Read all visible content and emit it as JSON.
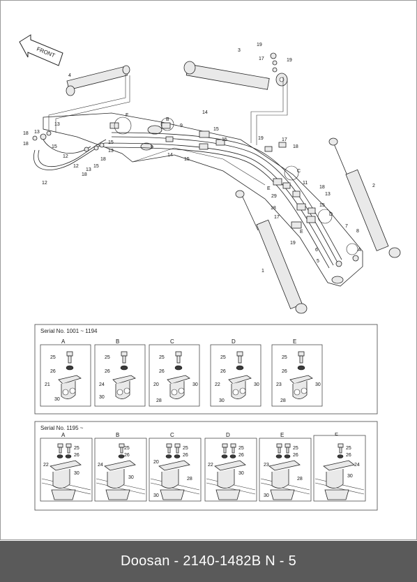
{
  "front_label": "FRONT",
  "main_callouts": [
    "1",
    "2",
    "3",
    "4",
    "5",
    "6",
    "7",
    "8",
    "9",
    "11",
    "12",
    "13",
    "14",
    "15",
    "17",
    "18",
    "19",
    "29",
    "A",
    "B",
    "C",
    "D",
    "E",
    "F"
  ],
  "panel_top": {
    "title": "Serial No. 1001 ~ 1194",
    "details": [
      {
        "letter": "A",
        "labels": [
          "25",
          "26",
          "21",
          "30"
        ]
      },
      {
        "letter": "B",
        "labels": [
          "25",
          "26",
          "24",
          "30"
        ]
      },
      {
        "letter": "C",
        "labels": [
          "25",
          "26",
          "20",
          "30",
          "28"
        ]
      },
      {
        "letter": "D",
        "labels": [
          "25",
          "26",
          "22",
          "30",
          "30"
        ]
      },
      {
        "letter": "E",
        "labels": [
          "25",
          "26",
          "23",
          "30",
          "28"
        ]
      }
    ]
  },
  "panel_bottom": {
    "title": "Serial No. 1195 ~",
    "details": [
      {
        "letter": "A",
        "labels": [
          "25",
          "26",
          "22",
          "30"
        ]
      },
      {
        "letter": "B",
        "labels": [
          "25",
          "26",
          "24",
          "30"
        ]
      },
      {
        "letter": "C",
        "labels": [
          "25",
          "26",
          "20",
          "28",
          "30"
        ]
      },
      {
        "letter": "D",
        "labels": [
          "25",
          "26",
          "22",
          "30"
        ]
      },
      {
        "letter": "E",
        "labels": [
          "25",
          "26",
          "23",
          "28",
          "30"
        ]
      },
      {
        "letter": "F",
        "labels": [
          "25",
          "26",
          "24",
          "30"
        ]
      }
    ]
  },
  "footer": {
    "text": "Doosan - 2140-1482B     N - 5"
  },
  "colors": {
    "footer_bg": "#5a5a5a",
    "footer_text": "#ffffff"
  }
}
